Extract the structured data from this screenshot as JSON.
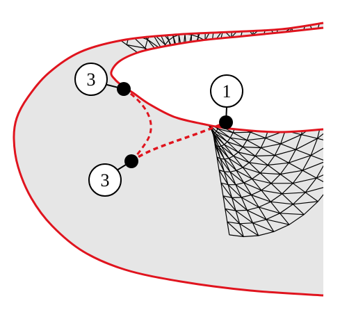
{
  "figure": {
    "markers": [
      {
        "id": "vertex-a",
        "label": "3"
      },
      {
        "id": "vertex-b",
        "label": "1"
      },
      {
        "id": "vertex-c",
        "label": "3"
      }
    ],
    "colors": {
      "background": "#ffffff",
      "surface_fill": "#e6e6e6",
      "mesh_edge": "#000000",
      "boundary": "#e0141e",
      "path": "#e0141e",
      "vertex": "#000000"
    }
  }
}
